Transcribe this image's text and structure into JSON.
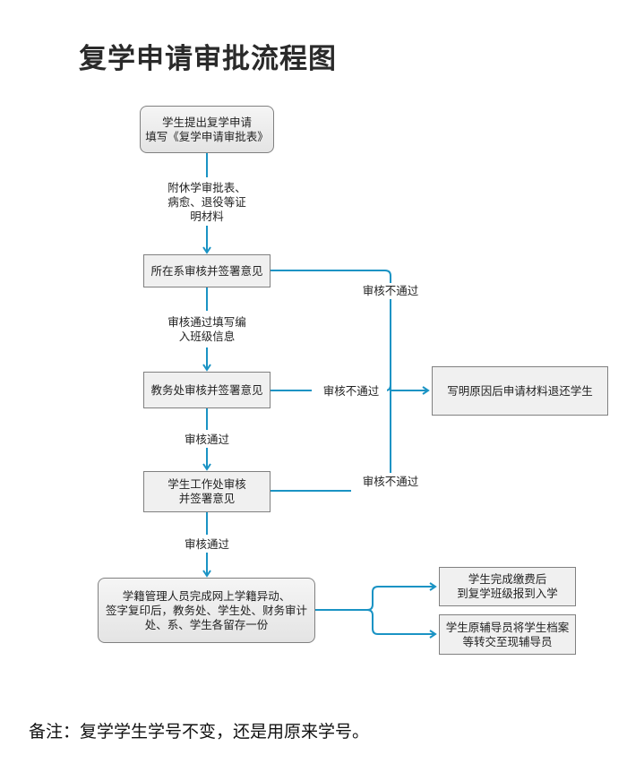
{
  "title": "复学申请审批流程图",
  "colors": {
    "connector": "#1a93c4",
    "box_border": "#808080",
    "box_fill": "#f0f0f0"
  },
  "nodes": {
    "start": {
      "lines": [
        "学生提出复学申请",
        "填写《复学申请审批表》"
      ]
    },
    "dept_review": {
      "lines": [
        "所在系审核并签署意见"
      ]
    },
    "academic_review": {
      "lines": [
        "教务处审核并签署意见"
      ]
    },
    "student_affairs_review": {
      "lines": [
        "学生工作处审核",
        "并签署意见"
      ]
    },
    "registrar": {
      "lines": [
        "学籍管理人员完成网上学籍异动、",
        "签字复印后，教务处、学生处、财务审计",
        "处、系、学生各留存一份"
      ]
    },
    "rejected": {
      "lines": [
        "写明原因后申请材料退还学生"
      ]
    },
    "outcome_enroll": {
      "lines": [
        "学生完成缴费后",
        "到复学班级报到入学"
      ]
    },
    "outcome_transfer": {
      "lines": [
        "学生原辅导员将学生档案",
        "等转交至现辅导员"
      ]
    }
  },
  "edge_labels": {
    "attach_docs": [
      "附休学审批表、",
      "病愈、退役等证",
      "明材料"
    ],
    "pass_fill_class": [
      "审核通过填写编",
      "入班级信息"
    ],
    "pass_1": "审核通过",
    "pass_2": "审核通过",
    "reject_dept": "审核不通过",
    "reject_academic": "审核不通过",
    "reject_student_affairs": "审核不通过"
  },
  "footnote": "备注：复学学生学号不变，还是用原来学号。"
}
